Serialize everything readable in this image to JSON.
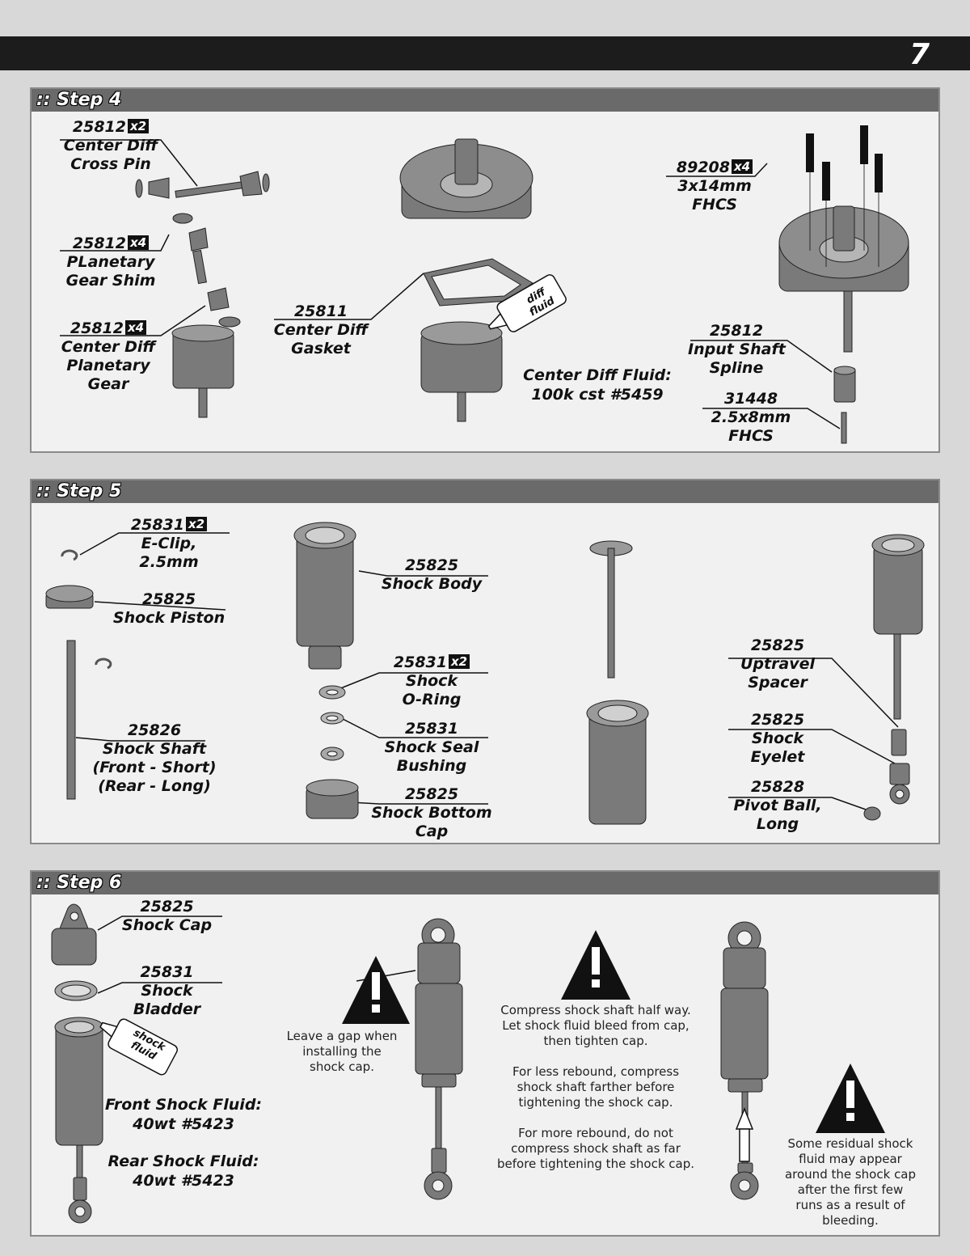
{
  "page_number": "7",
  "step4": {
    "title": ":: Step 4",
    "labels": [
      {
        "part": "25812",
        "qty": "x2",
        "name": [
          "Center Diff",
          "Cross Pin"
        ]
      },
      {
        "part": "25812",
        "qty": "x4",
        "name": [
          "PLanetary",
          "Gear Shim"
        ]
      },
      {
        "part": "25812",
        "qty": "x4",
        "name": [
          "Center Diff",
          "Planetary",
          "Gear"
        ]
      },
      {
        "part": "25811",
        "qty": "",
        "name": [
          "Center Diff",
          "Gasket"
        ]
      },
      {
        "part": "89208",
        "qty": "x4",
        "name": [
          "3x14mm",
          "FHCS"
        ]
      },
      {
        "part": "25812",
        "qty": "",
        "name": [
          "Input Shaft",
          "Spline"
        ]
      },
      {
        "part": "31448",
        "qty": "",
        "name": [
          "2.5x8mm",
          "FHCS"
        ]
      }
    ],
    "bottle_text": [
      "diff",
      "fluid"
    ],
    "fluid_note": [
      "Center Diff Fluid:",
      "100k cst #5459"
    ]
  },
  "step5": {
    "title": ":: Step 5",
    "labels": [
      {
        "part": "25831",
        "qty": "x2",
        "name": [
          "E-Clip,",
          "2.5mm"
        ]
      },
      {
        "part": "25825",
        "qty": "",
        "name": [
          "Shock Piston"
        ]
      },
      {
        "part": "25826",
        "qty": "",
        "name": [
          "Shock Shaft",
          "(Front - Short)",
          "(Rear - Long)"
        ]
      },
      {
        "part": "25825",
        "qty": "",
        "name": [
          "Shock Body"
        ]
      },
      {
        "part": "25831",
        "qty": "x2",
        "name": [
          "Shock",
          "O-Ring"
        ]
      },
      {
        "part": "25831",
        "qty": "",
        "name": [
          "Shock Seal",
          "Bushing"
        ]
      },
      {
        "part": "25825",
        "qty": "",
        "name": [
          "Shock Bottom",
          "Cap"
        ]
      },
      {
        "part": "25825",
        "qty": "",
        "name": [
          "Uptravel",
          "Spacer"
        ]
      },
      {
        "part": "25825",
        "qty": "",
        "name": [
          "Shock",
          "Eyelet"
        ]
      },
      {
        "part": "25828",
        "qty": "",
        "name": [
          "Pivot Ball,",
          "Long"
        ]
      }
    ]
  },
  "step6": {
    "title": ":: Step 6",
    "labels": [
      {
        "part": "25825",
        "qty": "",
        "name": [
          "Shock Cap"
        ]
      },
      {
        "part": "25831",
        "qty": "",
        "name": [
          "Shock",
          "Bladder"
        ]
      }
    ],
    "bottle_text": [
      "shock",
      "fluid"
    ],
    "fluid_front": [
      "Front Shock Fluid:",
      "40wt #5423"
    ],
    "fluid_rear": [
      "Rear Shock Fluid:",
      "40wt #5423"
    ],
    "note_gap": [
      "Leave a gap when",
      "installing the",
      "shock cap."
    ],
    "note_compress": [
      "Compress shock shaft half way.",
      "Let shock fluid bleed from cap,",
      "then tighten cap.",
      "",
      "For less rebound, compress",
      "shock shaft farther before",
      "tightening the  shock cap.",
      "",
      "For more rebound, do not",
      "compress shock shaft as far",
      "before tightening the shock cap."
    ],
    "note_residual": [
      "Some residual shock",
      "fluid may appear",
      "around the shock cap",
      "after the first few",
      "runs as a result of",
      "bleeding."
    ]
  },
  "colors": {
    "topbar": "#1c1c1c",
    "panel_header": "#6a6a6a",
    "panel_bg": "#f1f1f1",
    "page_bg": "#d8d8d8",
    "part_gray": "#7a7a7a"
  }
}
